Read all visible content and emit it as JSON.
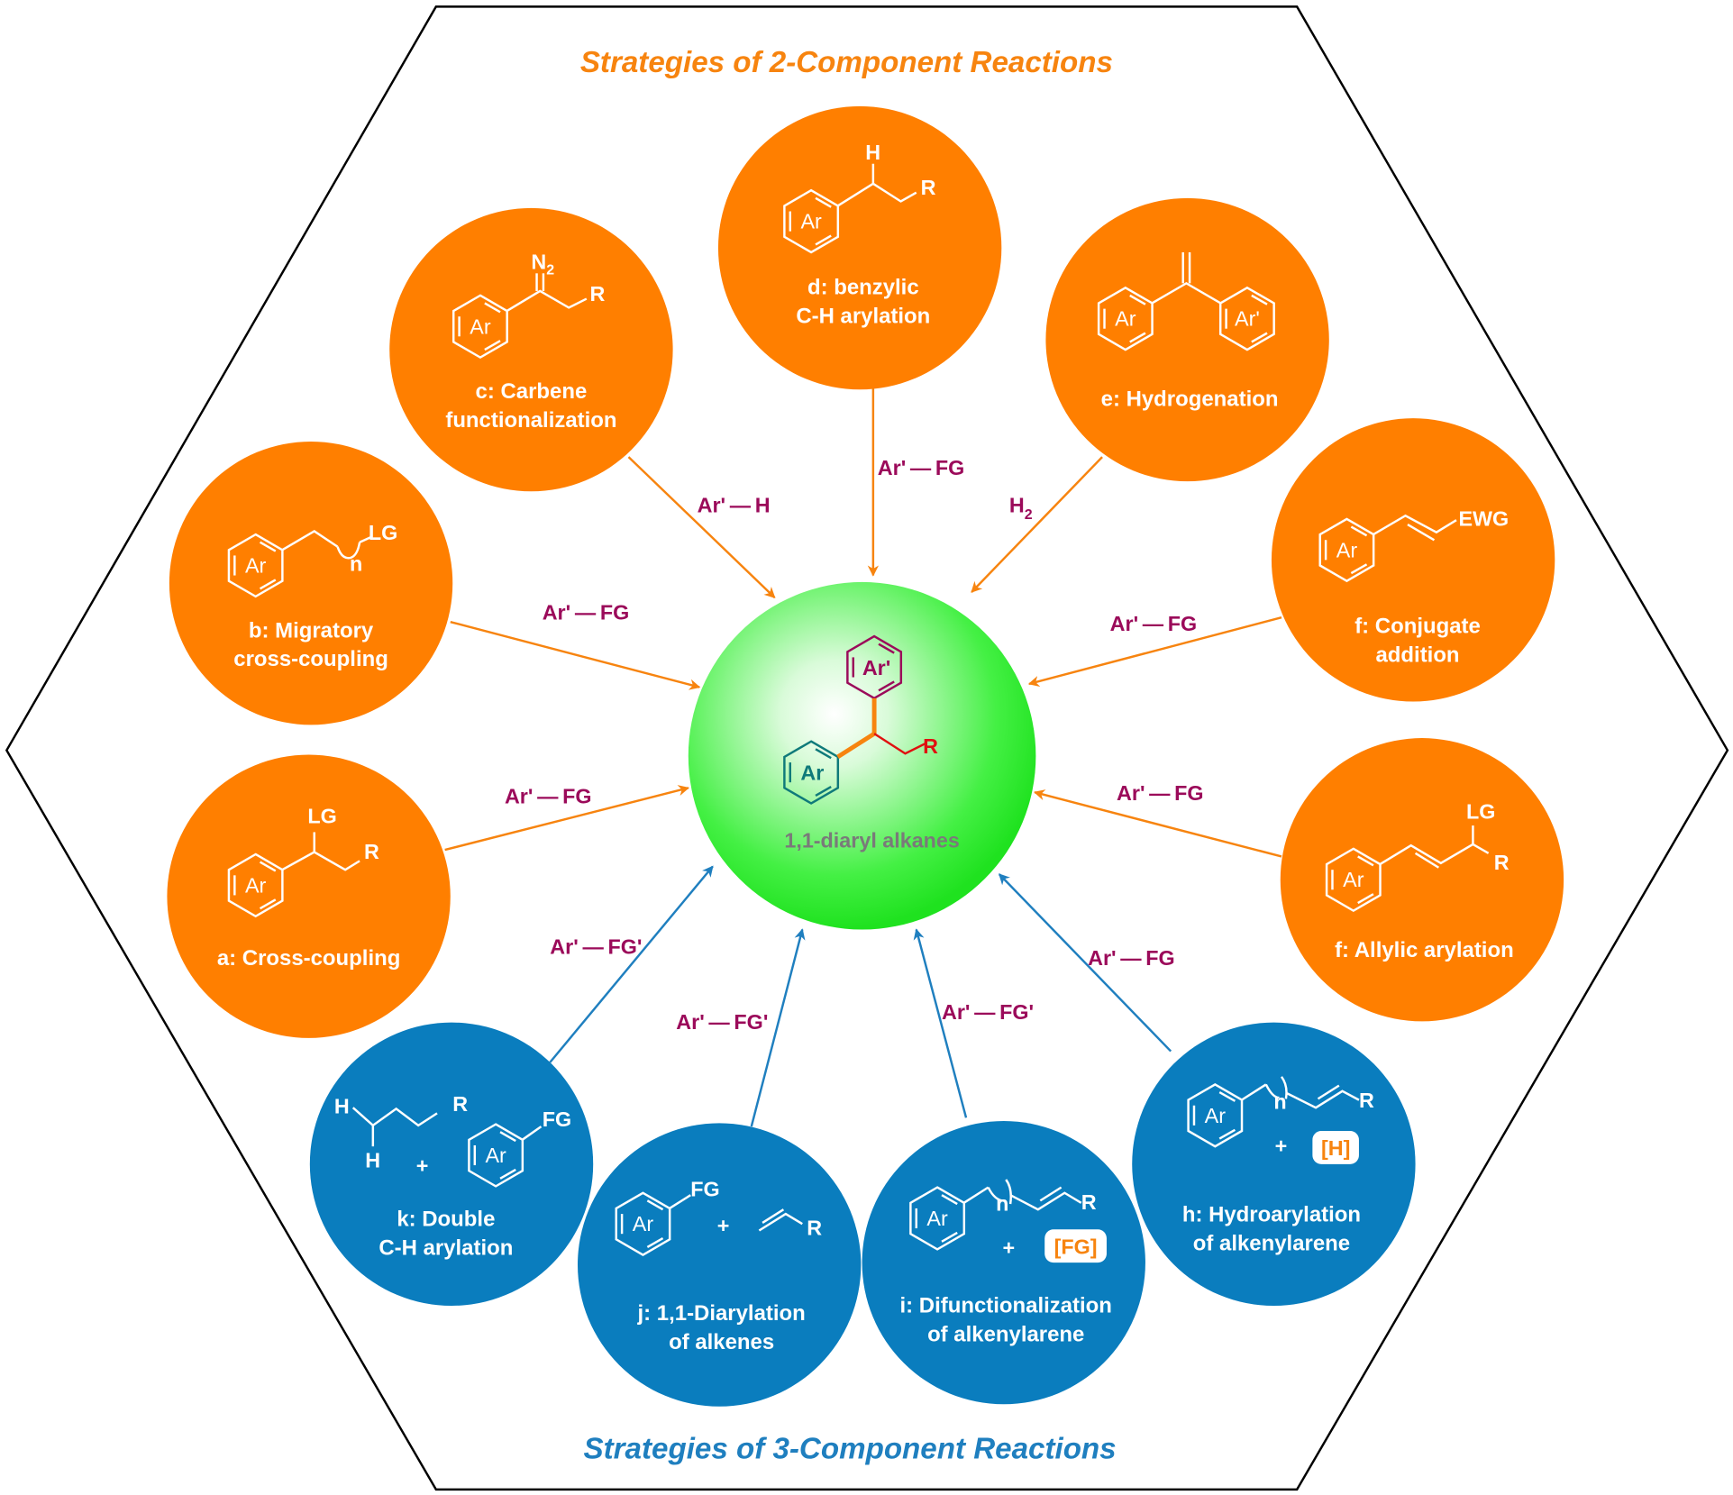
{
  "titles": {
    "top": "Strategies of 2-Component Reactions",
    "bottom": "Strategies of 3-Component Reactions"
  },
  "colors": {
    "two_component": "#ff8000",
    "three_component": "#0a7dbe",
    "reagent_text": "#9b0a5a",
    "center_sphere": "#22ee22",
    "outline": "#000000"
  },
  "center": {
    "label": "1,1-diaryl alkanes",
    "ring_top": "Ar'",
    "ring_bottom": "Ar",
    "substituent": "R"
  },
  "strategies": {
    "a": {
      "line1": "a: Cross-coupling",
      "line2": "",
      "reagent": "Ar' — FG",
      "atoms": {
        "ar": "Ar",
        "lg": "LG",
        "r": "R"
      }
    },
    "b": {
      "line1": "b: Migratory",
      "line2": "cross-coupling",
      "reagent": "Ar' — FG",
      "atoms": {
        "ar": "Ar",
        "lg": "LG",
        "n": "n"
      }
    },
    "c": {
      "line1": "c: Carbene",
      "line2": "functionalization",
      "reagent": "Ar' — H",
      "atoms": {
        "ar": "Ar",
        "n2": "N",
        "n2sub": "2",
        "r": "R"
      }
    },
    "d": {
      "line1": "d: benzylic",
      "line2": "C-H arylation",
      "reagent": "Ar' — FG",
      "atoms": {
        "ar": "Ar",
        "h": "H",
        "r": "R"
      }
    },
    "e": {
      "line1": "e: Hydrogenation",
      "line2": "",
      "reagent": "H",
      "reagent_sub": "2",
      "atoms": {
        "ar": "Ar",
        "ar2": "Ar'"
      }
    },
    "f1": {
      "line1": "f: Conjugate",
      "line2": "addition",
      "reagent": "Ar' — FG",
      "atoms": {
        "ar": "Ar",
        "ewg": "EWG"
      }
    },
    "f2": {
      "line1": "f: Allylic arylation",
      "line2": "",
      "reagent": "Ar' — FG",
      "atoms": {
        "ar": "Ar",
        "lg": "LG",
        "r": "R"
      }
    },
    "h": {
      "line1": "h: Hydroarylation",
      "line2": "of alkenylarene",
      "reagent": "Ar' — FG",
      "atoms": {
        "ar": "Ar",
        "n": "n",
        "r": "R",
        "plus": "+",
        "tag": "[H]"
      }
    },
    "i": {
      "line1": "i: Difunctionalization",
      "line2": "of alkenylarene",
      "reagent": "Ar' — FG'",
      "atoms": {
        "ar": "Ar",
        "n": "n",
        "r": "R",
        "plus": "+",
        "tag": "[FG]"
      }
    },
    "j": {
      "line1": "j: 1,1-Diarylation",
      "line2": "of alkenes",
      "reagent": "Ar' — FG'",
      "atoms": {
        "ar": "Ar",
        "fg": "FG",
        "r": "R",
        "plus": "+"
      }
    },
    "k": {
      "line1": "k: Double",
      "line2": "C-H arylation",
      "reagent": "Ar' — FG'",
      "atoms": {
        "ar": "Ar",
        "fg": "FG",
        "h1": "H",
        "h2": "H",
        "r": "R",
        "plus": "+"
      }
    }
  }
}
